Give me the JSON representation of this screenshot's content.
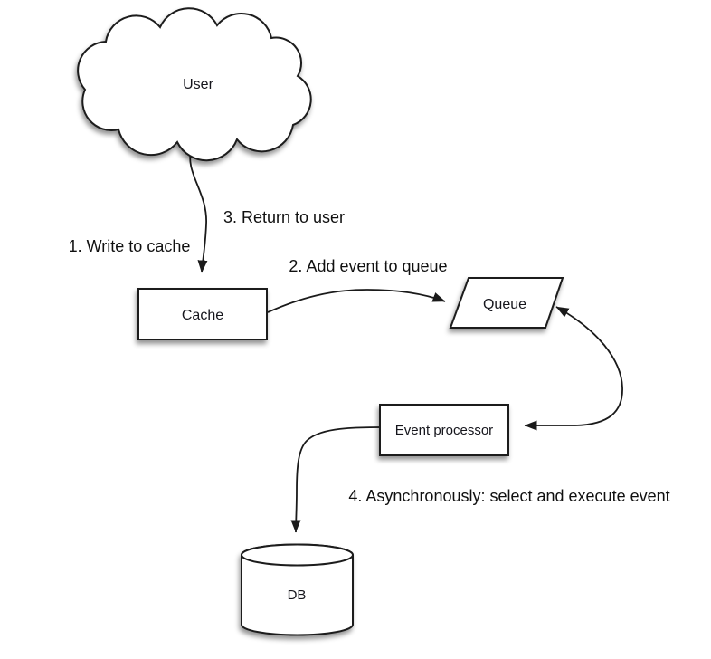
{
  "canvas": {
    "background": "#ffffff",
    "line_color": "#1a1a1a",
    "shape_fill": "#ffffff",
    "label_color": "#14141c"
  },
  "nodes": {
    "user": {
      "label": "User",
      "shape": "cloud"
    },
    "cache": {
      "label": "Cache",
      "shape": "rectangle"
    },
    "queue": {
      "label": "Queue",
      "shape": "parallelogram"
    },
    "event_processor": {
      "label": "Event processor",
      "shape": "rectangle"
    },
    "db": {
      "label": "DB",
      "shape": "cylinder"
    }
  },
  "steps": {
    "step1": {
      "label": "1. Write to cache"
    },
    "step2": {
      "label": "2. Add event to queue"
    },
    "step3": {
      "label": "3. Return to user"
    },
    "step4": {
      "label": "4. Asynchronously: select and execute event"
    }
  },
  "edges": [
    {
      "from": "user",
      "to": "cache",
      "arrowheads": "end"
    },
    {
      "from": "cache",
      "to": "queue",
      "arrowheads": "end"
    },
    {
      "from": "queue",
      "to": "event_processor",
      "arrowheads": "both"
    },
    {
      "from": "event_processor",
      "to": "db",
      "arrowheads": "end"
    }
  ]
}
